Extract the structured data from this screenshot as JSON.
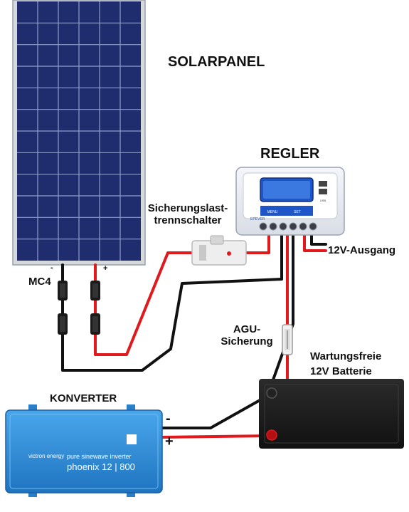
{
  "labels": {
    "solar_panel": "SOLARPANEL",
    "controller": "REGLER",
    "breaker_line1": "Sicherungslast-",
    "breaker_line2": "trennschalter",
    "output": "12V-Ausgang",
    "fuse_line1": "AGU-",
    "fuse_line2": "Sicherung",
    "battery_line1": "Wartungsfreie",
    "battery_line2": "12V Batterie",
    "converter": "KONVERTER",
    "mc4": "MC4",
    "panel_minus": "-",
    "panel_plus": "+",
    "inverter_minus": "-",
    "inverter_plus": "+"
  },
  "device_text": {
    "controller_menu": "MENU",
    "controller_set": "SET",
    "controller_brand": "EPEVER",
    "controller_usb": "USB",
    "inverter_brand": "victron energy",
    "inverter_model_line1": "pure sinewave inverter",
    "inverter_model_line2": "phoenix 12 | 800"
  },
  "colors": {
    "wire_positive": "#e0191d",
    "wire_negative": "#111111",
    "panel_cell": "#1f2d6e",
    "panel_frame": "#d5d8dc",
    "inverter_blue": "#2f8fd6",
    "battery_body": "#1c1c1c",
    "controller_display": "#1e56c8"
  },
  "icons": [
    "mc4-connector-icon",
    "fuse-icon",
    "breaker-icon",
    "battery-terminal-icon"
  ]
}
